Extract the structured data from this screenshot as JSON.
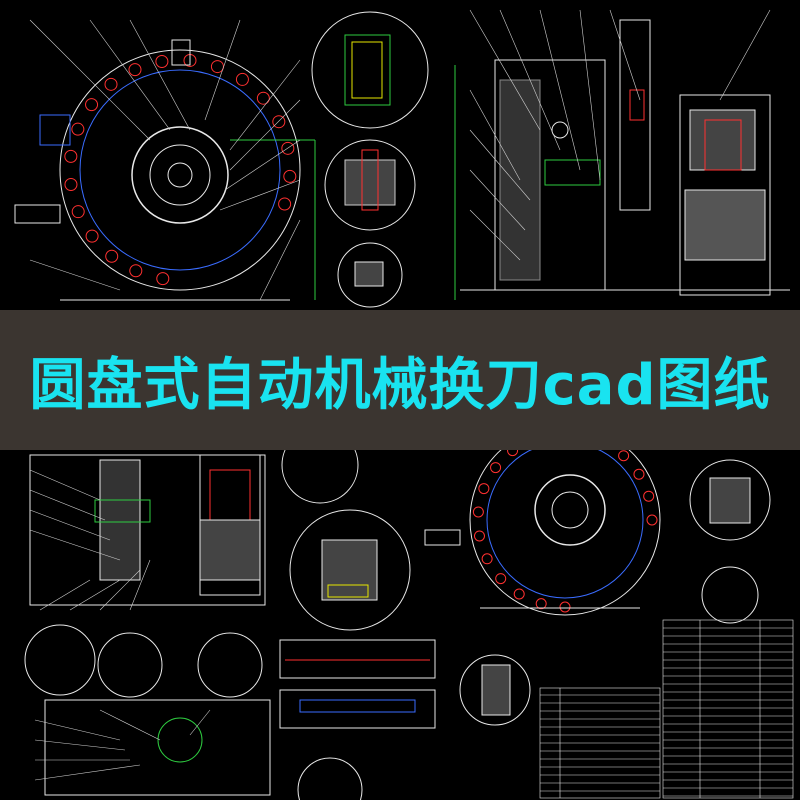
{
  "banner": {
    "title": "圆盘式自动机械换刀cad图纸"
  },
  "colors": {
    "background": "#000000",
    "banner_background": "#3b3530",
    "title_color": "#19e3f0",
    "line_white": "#e8e8e8",
    "line_green": "#2ecc40",
    "line_red": "#ff3030",
    "line_blue": "#3a6cff",
    "line_yellow": "#e6e600",
    "line_cyan": "#19e3f0"
  },
  "icons": [
    "disc-tool-magazine-drawing",
    "detail-circle",
    "assembly-section-drawing",
    "parts-table"
  ]
}
